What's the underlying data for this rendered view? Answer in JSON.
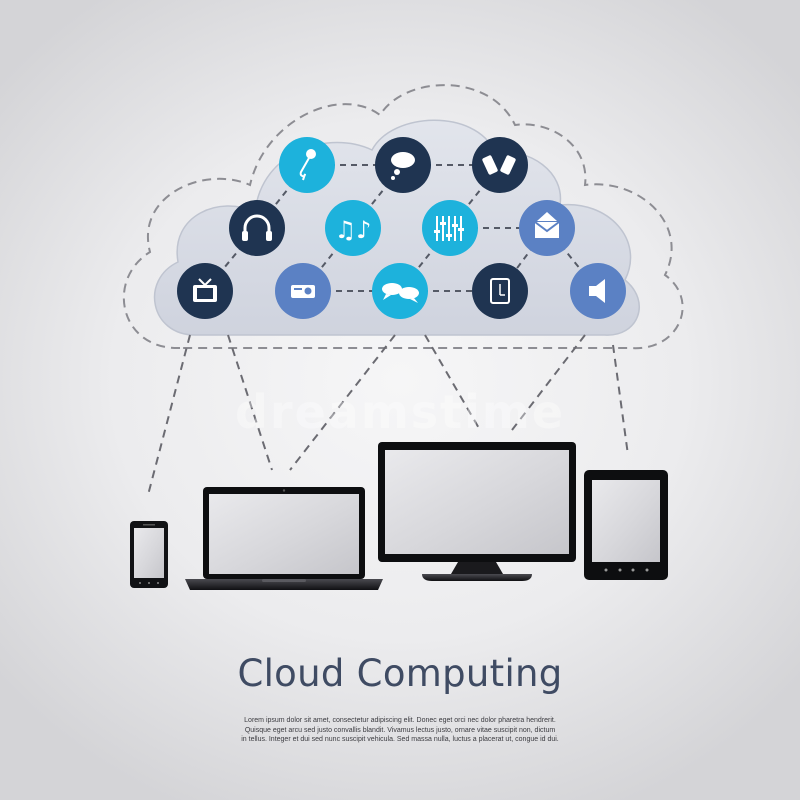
{
  "title": "Cloud Computing",
  "body_lines": [
    "Lorem ipsum dolor sit amet, consectetur adipiscing elit. Donec eget orci nec dolor pharetra hendrerit.",
    "Quisque eget arcu sed justo convallis blandit. Vivamus lectus justo, ornare vitae suscipit non, dictum",
    "in tellus. Integer et dui sed nunc suscipit vehicula. Sed massa nulla, luctus a placerat ut, congue id dui."
  ],
  "watermark": "dreamstime",
  "colors": {
    "navy": "#1f3451",
    "teal": "#1db2dc",
    "periwinkle": "#5b81c4",
    "cloud": "#d7dbe5",
    "device": "#111215",
    "screen": "#dcdcdf"
  },
  "cloud_icons": [
    {
      "icon": "microphone-icon",
      "color": "teal"
    },
    {
      "icon": "thought-bubble-icon",
      "color": "navy"
    },
    {
      "icon": "mobile-phones-icon",
      "color": "navy"
    },
    {
      "icon": "headphones-icon",
      "color": "navy"
    },
    {
      "icon": "music-notes-icon",
      "color": "teal"
    },
    {
      "icon": "equalizer-icon",
      "color": "teal"
    },
    {
      "icon": "envelope-icon",
      "color": "periwinkle"
    },
    {
      "icon": "television-icon",
      "color": "navy"
    },
    {
      "icon": "projector-icon",
      "color": "periwinkle"
    },
    {
      "icon": "chat-bubbles-icon",
      "color": "teal"
    },
    {
      "icon": "smartphone-icon",
      "color": "navy"
    },
    {
      "icon": "speaker-icon",
      "color": "periwinkle"
    }
  ],
  "devices": [
    "smartphone",
    "laptop",
    "desktop-monitor",
    "tablet"
  ]
}
